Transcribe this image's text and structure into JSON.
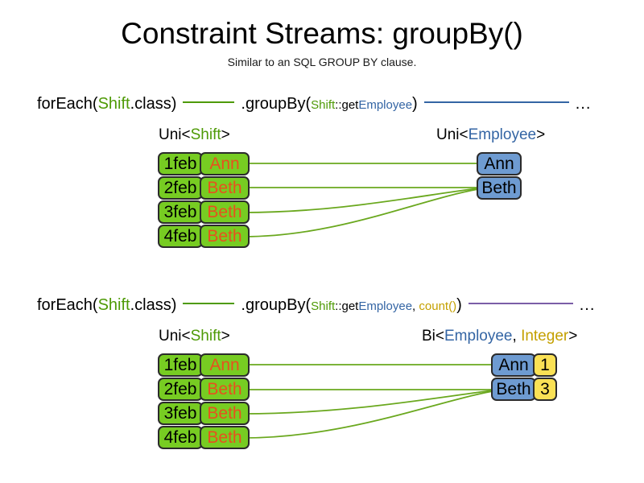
{
  "header": {
    "title": "Constraint Streams: groupBy()",
    "subtitle": "Similar to an SQL GROUP BY clause."
  },
  "colors": {
    "green": "#4e9a06",
    "blue": "#3465a4",
    "gold": "#c4a000",
    "purple": "#7b5ea7",
    "box_green": "#77cc22",
    "box_blue": "#6e9bd1",
    "box_yellow": "#fae155",
    "name_orange": "#e8501e",
    "link_green": "#6aa81e"
  },
  "sections": [
    {
      "id": "section-1",
      "code": {
        "for_each_open": "forEach(",
        "for_each_type": "Shift",
        "for_each_close": ".class)",
        "group_by_open": ".groupBy(",
        "mapper_type": "Shift",
        "mapper_sep": "::get",
        "mapper_prop": "Employee",
        "group_by_close": ")",
        "ellipsis": "...",
        "tail_line_color": "blue"
      },
      "left_label": {
        "prefix": "Uni<",
        "type": "Shift",
        "suffix": ">"
      },
      "right_label": {
        "prefix": "Uni<",
        "type": "Employee",
        "suffix": ">"
      },
      "shifts": [
        {
          "date": "1feb",
          "employee": "Ann"
        },
        {
          "date": "2feb",
          "employee": "Beth"
        },
        {
          "date": "3feb",
          "employee": "Beth"
        },
        {
          "date": "4feb",
          "employee": "Beth"
        }
      ],
      "results": [
        {
          "employee": "Ann"
        },
        {
          "employee": "Beth"
        }
      ]
    },
    {
      "id": "section-2",
      "code": {
        "for_each_open": "forEach(",
        "for_each_type": "Shift",
        "for_each_close": ".class)",
        "group_by_open": ".groupBy(",
        "mapper_type": "Shift",
        "mapper_sep": "::get",
        "mapper_prop": "Employee",
        "mapper_comma": ", ",
        "collector": "count()",
        "group_by_close": ")",
        "ellipsis": "...",
        "tail_line_color": "purple"
      },
      "left_label": {
        "prefix": "Uni<",
        "type": "Shift",
        "suffix": ">"
      },
      "right_label": {
        "prefix": "Bi<",
        "type": "Employee",
        "comma": ", ",
        "type2": "Integer",
        "suffix": ">"
      },
      "shifts": [
        {
          "date": "1feb",
          "employee": "Ann"
        },
        {
          "date": "2feb",
          "employee": "Beth"
        },
        {
          "date": "3feb",
          "employee": "Beth"
        },
        {
          "date": "4feb",
          "employee": "Beth"
        }
      ],
      "results": [
        {
          "employee": "Ann",
          "count": "1"
        },
        {
          "employee": "Beth",
          "count": "3"
        }
      ]
    }
  ]
}
